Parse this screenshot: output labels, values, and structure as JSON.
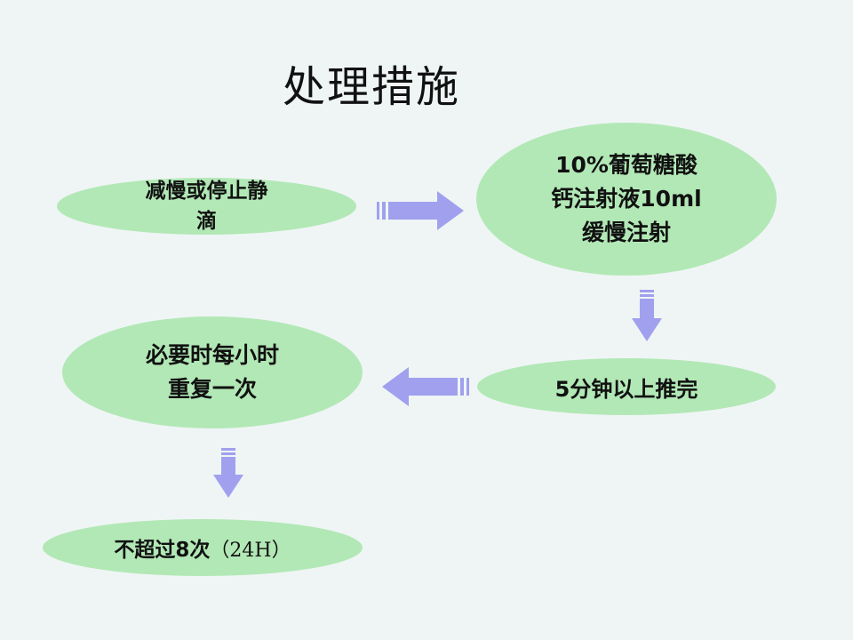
{
  "title": "处理措施",
  "colors": {
    "node_fill": "#b2e8b6",
    "arrow_fill": "#a0a0ef",
    "background": "#eff5f5"
  },
  "nodes": {
    "n1": "减慢或停止静\n滴",
    "n2": "10%葡萄糖酸\n钙注射液10ml\n缓慢注射",
    "n3": "5分钟以上推完",
    "n4": "必要时每小时\n重复一次",
    "n5_main": "不超过8次",
    "n5_paren": "（24H）"
  }
}
